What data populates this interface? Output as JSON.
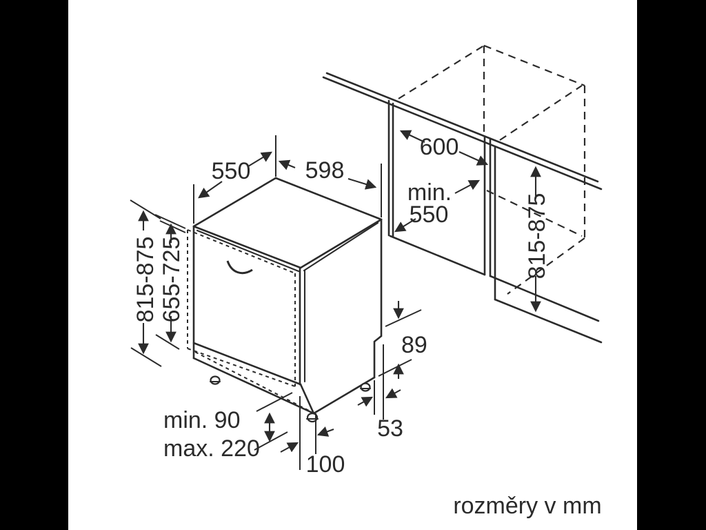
{
  "page": {
    "background": "#000000",
    "canvas_color": "#ffffff",
    "ink_color": "#2b2b2b"
  },
  "labels": {
    "top_depth": "550",
    "top_width": "598",
    "niche_width": "600",
    "niche_depth_line1": "min.",
    "niche_depth_line2": "550",
    "appliance_height_left": "815-875",
    "door_panel_height": "655-725",
    "niche_height_right": "815-875",
    "plinth_recess_height": "89",
    "side_clearance": "53",
    "foot_setback": "100",
    "plinth_min": "min. 90",
    "plinth_max": "max. 220",
    "units_note": "rozměry v mm"
  }
}
